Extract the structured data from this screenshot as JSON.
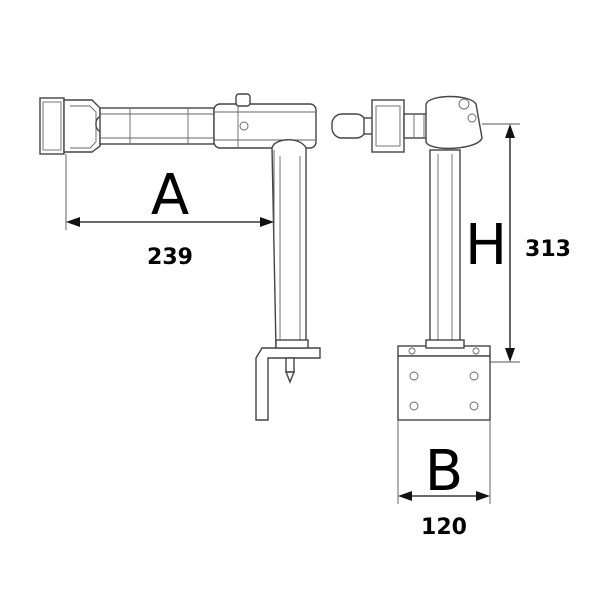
{
  "dimensions": {
    "a": {
      "letter": "A",
      "value": "239"
    },
    "h": {
      "letter": "H",
      "value": "313"
    },
    "b": {
      "letter": "B",
      "value": "120"
    }
  }
}
